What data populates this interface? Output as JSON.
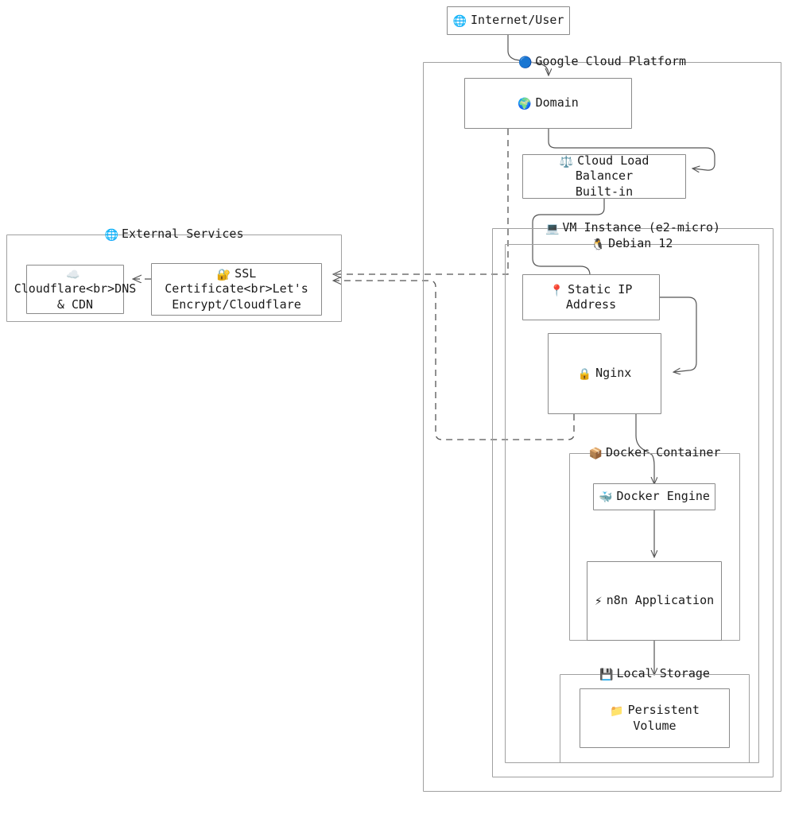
{
  "diagram": {
    "type": "architecture-flowchart",
    "title": "n8n on Google Cloud Platform deployment architecture"
  },
  "nodes": {
    "internet": {
      "icon": "globe-icon",
      "glyph": "🌐",
      "label": "Internet/User"
    },
    "domain": {
      "icon": "globe-americas-icon",
      "glyph": "🌍",
      "label": "Domain"
    },
    "load_balancer": {
      "icon": "balance-scale-icon",
      "glyph": "⚖️",
      "label": "Cloud Load Balancer",
      "label2": "Built-in"
    },
    "static_ip": {
      "icon": "pin-icon",
      "glyph": "📍",
      "label": "Static IP Address"
    },
    "nginx": {
      "icon": "lock-icon",
      "glyph": "🔒",
      "label": "Nginx"
    },
    "docker_engine": {
      "icon": "whale-icon",
      "glyph": "🐳",
      "label": "Docker Engine"
    },
    "n8n_app": {
      "icon": "lightning-icon",
      "glyph": "⚡",
      "label": "n8n Application"
    },
    "persistent_volume": {
      "icon": "folder-icon",
      "glyph": "📁",
      "label": "Persistent Volume"
    },
    "cloudflare": {
      "icon": "cloud-icon",
      "glyph": "☁️",
      "label": "Cloudflare<br>DNS & CDN"
    },
    "ssl_certificate": {
      "icon": "locked-with-key-icon",
      "glyph": "🔐",
      "label": "SSL Certificate<br>Let's Encrypt/Cloudflare"
    }
  },
  "clusters": {
    "gcp": {
      "icon": "blue-circle-icon",
      "glyph": "🔵",
      "label": "Google Cloud Platform"
    },
    "vm_instance": {
      "icon": "laptop-icon",
      "glyph": "💻",
      "label": "VM Instance (e2-micro)"
    },
    "debian": {
      "icon": "penguin-icon",
      "glyph": "🐧",
      "label": "Debian 12"
    },
    "docker_container": {
      "icon": "package-icon",
      "glyph": "📦",
      "label": "Docker Container"
    },
    "local_storage": {
      "icon": "floppy-disk-icon",
      "glyph": "💾",
      "label": "Local Storage"
    },
    "external_services": {
      "icon": "globe-icon",
      "glyph": "🌐",
      "label": "External Services"
    }
  },
  "colors": {
    "node_border": "#8a8a8a",
    "cluster_border": "#a0a0a0",
    "edge": "#555555",
    "background": "#ffffff",
    "text": "#1a1a1a"
  },
  "edges": [
    {
      "from": "internet",
      "to": "domain",
      "style": "solid"
    },
    {
      "from": "domain",
      "to": "load_balancer",
      "style": "solid"
    },
    {
      "from": "load_balancer",
      "to": "static_ip",
      "style": "solid"
    },
    {
      "from": "static_ip",
      "to": "nginx",
      "style": "solid"
    },
    {
      "from": "nginx",
      "to": "docker_engine",
      "style": "solid"
    },
    {
      "from": "docker_engine",
      "to": "n8n_app",
      "style": "solid"
    },
    {
      "from": "n8n_app",
      "to": "persistent_volume",
      "style": "solid"
    },
    {
      "from": "domain",
      "to": "cloudflare",
      "style": "dashed"
    },
    {
      "from": "nginx",
      "to": "ssl_certificate",
      "style": "dashed"
    },
    {
      "from": "ssl_certificate",
      "to": "cloudflare",
      "style": "dashed"
    }
  ]
}
